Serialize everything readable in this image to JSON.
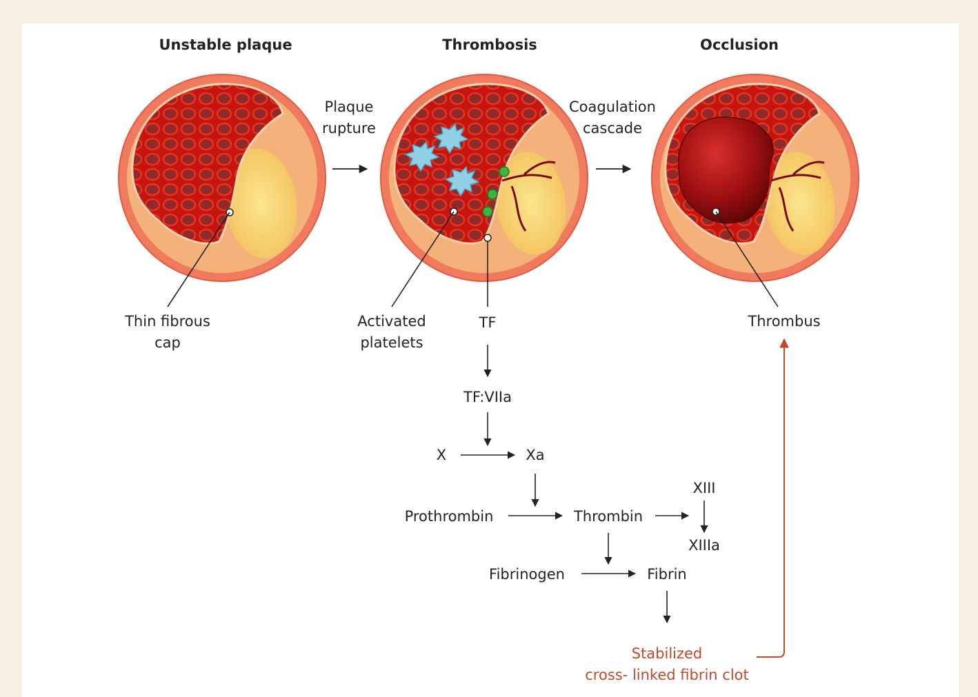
{
  "stages": {
    "unstable_plaque": "Unstable plaque",
    "thrombosis": "Thrombosis",
    "occlusion": "Occlusion"
  },
  "transitions": {
    "plaque_rupture": [
      "Plaque",
      "rupture"
    ],
    "coagulation_cascade": [
      "Coagulation",
      "cascade"
    ]
  },
  "callouts": {
    "thin_fibrous_cap": [
      "Thin fibrous",
      "cap"
    ],
    "activated_platelets": [
      "Activated",
      "platelets"
    ],
    "tf": "TF",
    "thrombus": "Thrombus"
  },
  "cascade": {
    "tf_viia": "TF:VIIa",
    "x": "X",
    "xa": "Xa",
    "prothrombin": "Prothrombin",
    "thrombin": "Thrombin",
    "xiii": "XIII",
    "xiiia": "XIIIa",
    "fibrinogen": "Fibrinogen",
    "fibrin": "Fibrin",
    "clot": [
      "Stabilized",
      "cross- linked fibrin clot"
    ]
  },
  "colors": {
    "background": "#f5f0e1",
    "vessel_wall": "#f07a5e",
    "lumen_blood": "#d21a12",
    "plaque_core": "#f6d46a",
    "thrombus": "#9c0f12",
    "platelet": "#8fd0e6",
    "tissue_factor": "#3fb33f",
    "clot_text": "#c0482a"
  }
}
